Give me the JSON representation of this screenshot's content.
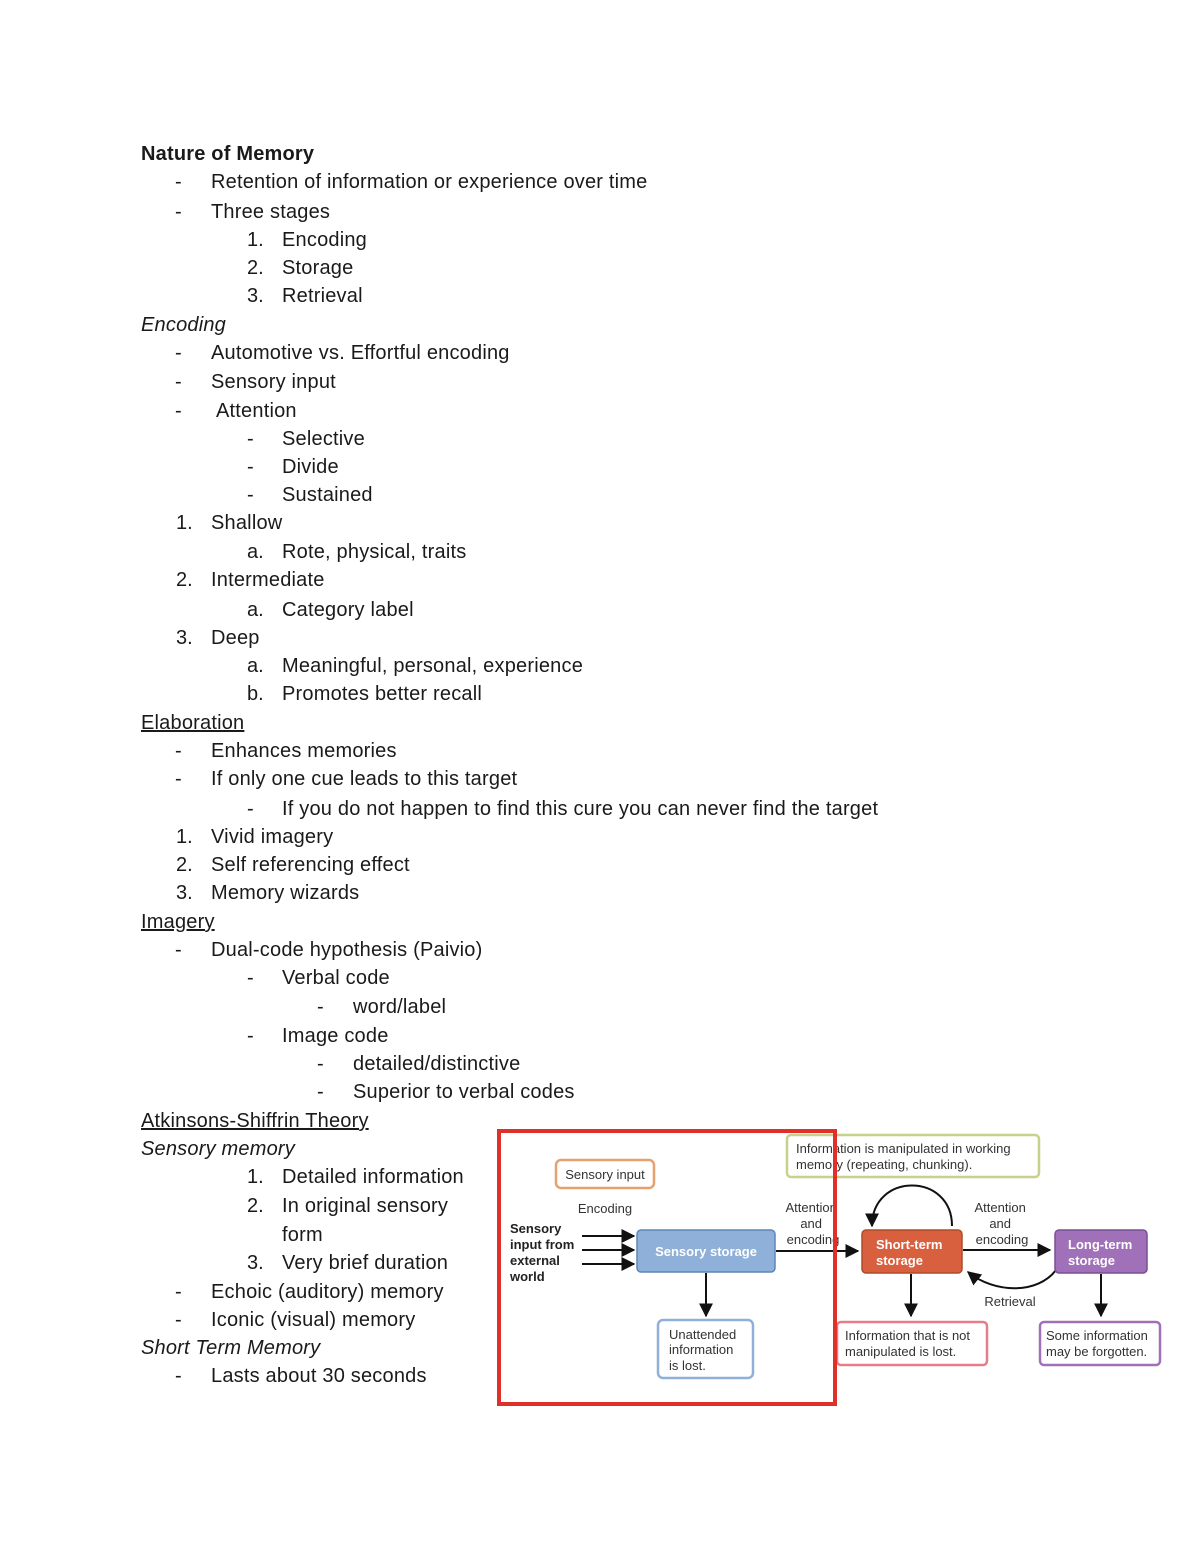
{
  "notes": {
    "title": "Nature of Memory",
    "bullets": [
      "Retention of information or experience over time",
      "Three stages"
    ],
    "stages": [
      "Encoding",
      "Storage",
      "Retrieval"
    ],
    "encoding": {
      "heading": "Encoding",
      "bullets": [
        "Automotive vs. Effortful encoding",
        "Sensory input",
        "Attention"
      ],
      "attention_types": [
        "Selective",
        "Divide",
        "Sustained"
      ],
      "levels": [
        {
          "label": "Shallow",
          "subs": [
            "Rote, physical, traits"
          ]
        },
        {
          "label": "Intermediate",
          "subs": [
            "Category label"
          ]
        },
        {
          "label": "Deep",
          "subs": [
            "Meaningful, personal, experience",
            "Promotes better recall"
          ]
        }
      ]
    },
    "elaboration": {
      "heading": "Elaboration",
      "bullets": [
        "Enhances memories",
        "If only one cue leads to this target"
      ],
      "sub_bullet": "If you do not happen to find this cure you can never find the target",
      "list": [
        "Vivid imagery",
        "Self referencing effect",
        "Memory wizards"
      ]
    },
    "imagery": {
      "heading": "Imagery",
      "bullet": "Dual-code hypothesis (Paivio)",
      "verbal": "Verbal code",
      "verbal_sub": "word/label",
      "image": "Image code",
      "image_subs": [
        "detailed/distinctive",
        "Superior to verbal codes"
      ]
    },
    "atkinson": {
      "heading": "Atkinsons-Shiffrin Theory",
      "sensory_heading": "Sensory memory",
      "sensory_list": [
        "Detailed information",
        "In original sensory",
        "form",
        "Very brief duration"
      ],
      "bullets": [
        "Echoic (auditory) memory",
        "Iconic (visual) memory"
      ],
      "stm_heading": "Short Term Memory",
      "stm_bullet": "Lasts about 30 seconds"
    },
    "markers": {
      "dash": "-",
      "n1": "1.",
      "n2": "2.",
      "n3": "3.",
      "a": "a.",
      "b": "b."
    }
  },
  "diagram": {
    "sensory_input_label": "Sensory input",
    "encoding_label": "Encoding",
    "external_lines": [
      "Sensory",
      "input from",
      "external",
      "world"
    ],
    "sensory_storage": "Sensory storage",
    "unattended_lines": [
      "Unattended",
      "information",
      "is lost."
    ],
    "attention1_lines": [
      "Attention",
      "and",
      "encoding"
    ],
    "working_memory_lines": [
      "Information is manipulated in working",
      "memory (repeating, chunking)."
    ],
    "stm_lines": [
      "Short-term",
      "storage"
    ],
    "attention2_lines": [
      "Attention",
      "and",
      "encoding"
    ],
    "retrieval_label": "Retrieval",
    "ltm_lines": [
      "Long-term",
      "storage"
    ],
    "not_manipulated_lines": [
      "Information that is not",
      "manipulated is lost."
    ],
    "forgotten_lines": [
      "Some information",
      "may be forgotten."
    ],
    "colors": {
      "highlight": "#e0302a",
      "sensory_input_border": "#e8a070",
      "sensory_storage_fill": "#8fb0d8",
      "unattended_border": "#8fb0d8",
      "working_border": "#c8d08a",
      "stm_fill": "#d8603e",
      "not_manipulated_border": "#e87a8a",
      "ltm_fill": "#a070b8",
      "forgotten_border": "#a070b8"
    }
  }
}
